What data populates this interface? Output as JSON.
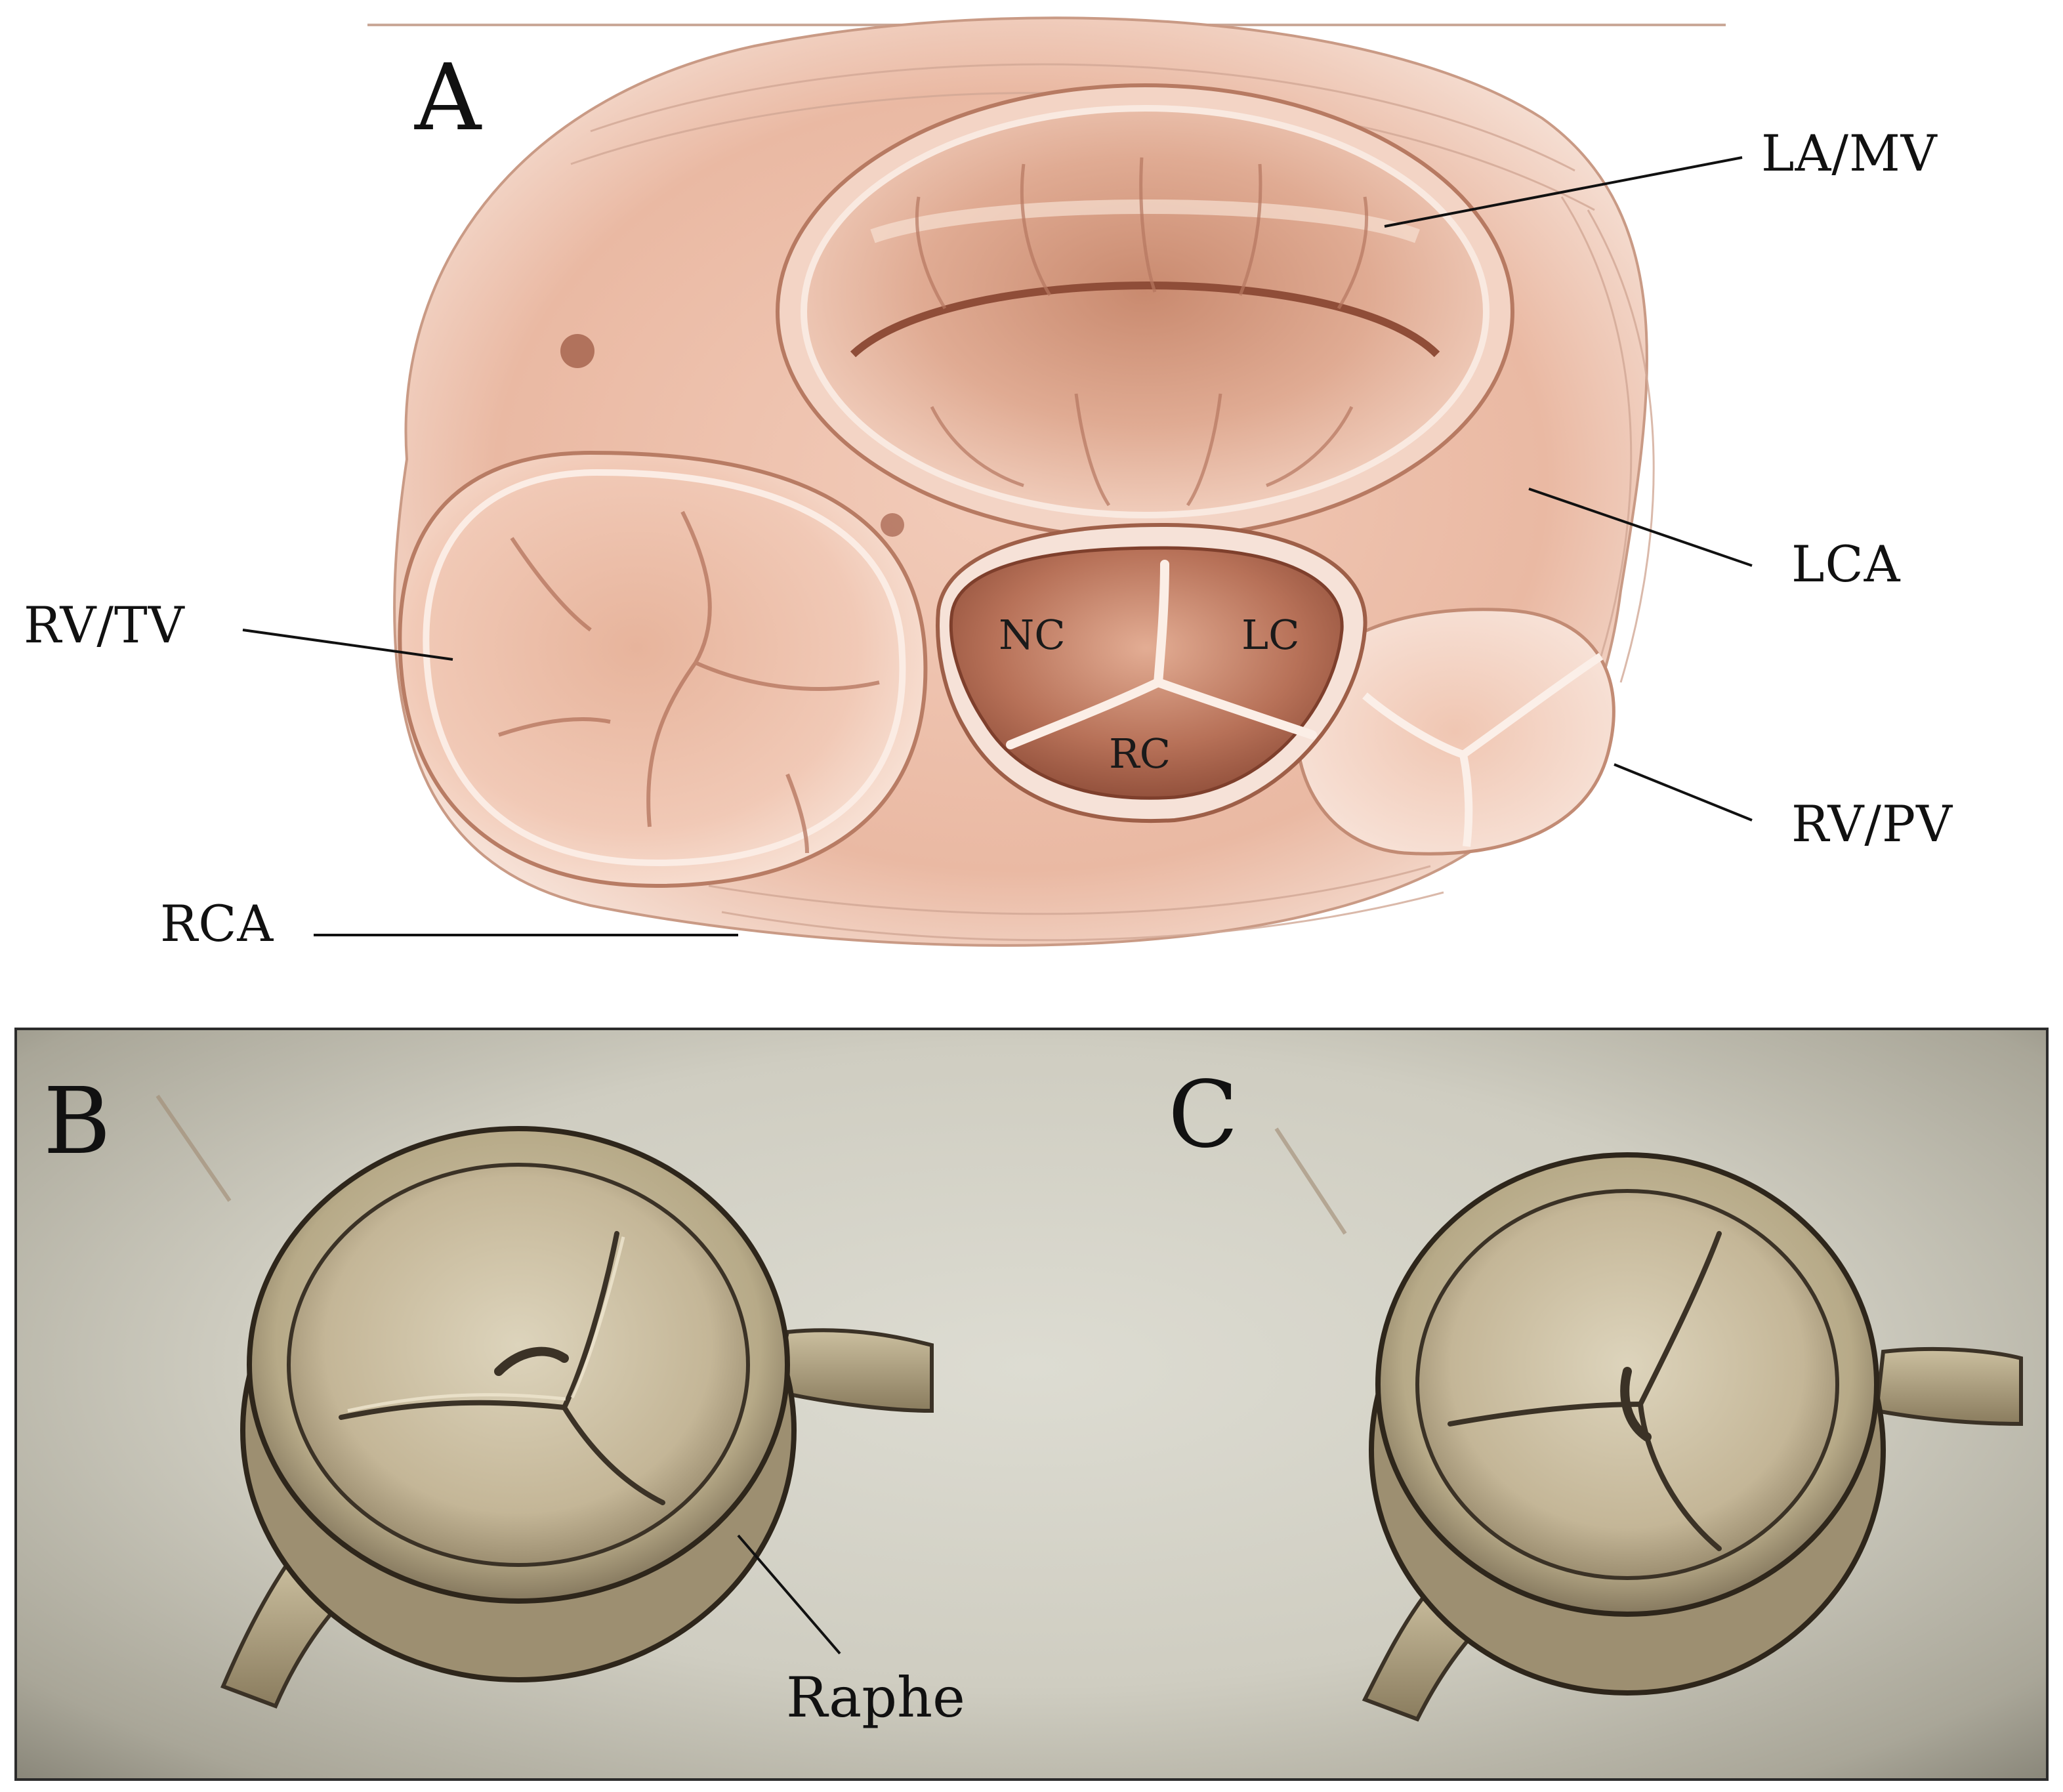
{
  "panels": {
    "a": {
      "label": "A"
    },
    "b": {
      "label": "B"
    },
    "c": {
      "label": "C"
    }
  },
  "labels": {
    "la_mv": "LA/MV",
    "lca": "LCA",
    "rv_tv": "RV/TV",
    "rv_pv": "RV/PV",
    "rca": "RCA",
    "raphe": "Raphe"
  },
  "cusps": {
    "nc": "NC",
    "lc": "LC",
    "rc": "RC"
  },
  "colors": {
    "tissue_light": "#f6ddd0",
    "tissue_mid": "#e3b29a",
    "tissue_dark": "#9c5a43",
    "valve_light": "#d6cdb6",
    "valve_dark": "#3b3226",
    "panel_bc_background": "#d6d4c9"
  }
}
